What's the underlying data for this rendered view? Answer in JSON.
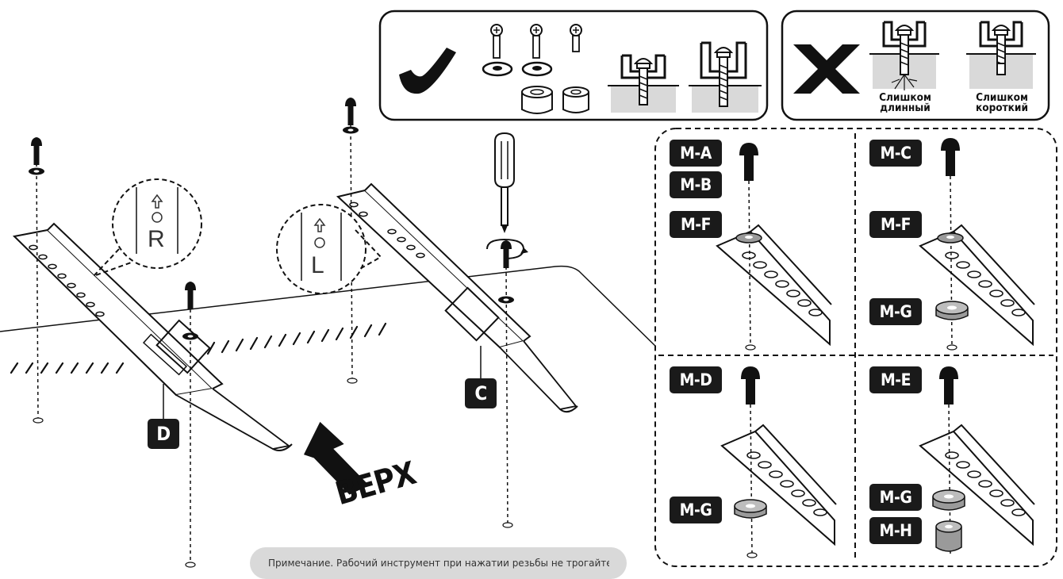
{
  "warnings": {
    "too_long": [
      "Слишком",
      "длинный"
    ],
    "too_short": [
      "Слишком",
      "короткий"
    ]
  },
  "parts": {
    "top_left": [
      "M-A",
      "M-B",
      "M-F"
    ],
    "top_right": [
      "M-C",
      "M-F",
      "M-G"
    ],
    "bottom_left": [
      "M-D",
      "M-G"
    ],
    "bottom_right": [
      "M-E",
      "M-G",
      "M-H"
    ]
  },
  "brackets": {
    "left": "D",
    "right": "C",
    "left_side_mark": "R",
    "right_side_mark": "L"
  },
  "direction_label": "ВЕРХ",
  "note_text": "Примечание. Рабочий инструмент при нажатии резьбы не трогайте.",
  "colors": {
    "line": "#111111",
    "label_bg": "#1a1a1a",
    "panel_gray": "#d9d9d9",
    "washer": "#9a9a9a"
  }
}
